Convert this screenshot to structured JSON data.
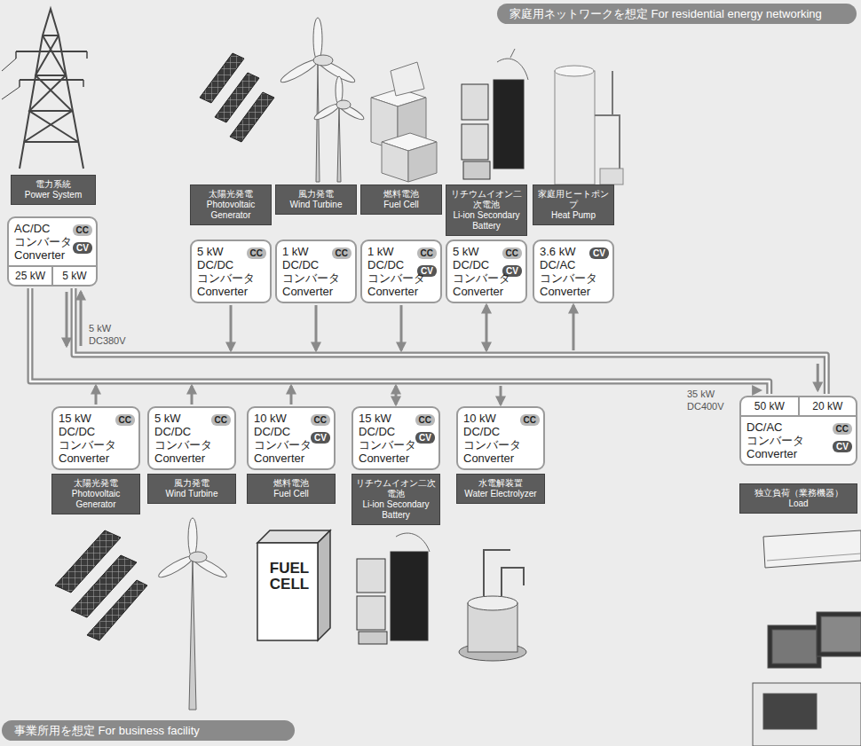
{
  "diagram": {
    "nodes": [
      {
        "text": [
          "家庭用ネットワークを想定 For residential energy networking"
        ]
      },
      {
        "text": [
          "電力系統",
          "Power System"
        ]
      },
      {
        "text": [
          "CC",
          "CV",
          "AC/DC",
          "コンバータ",
          "Converter",
          "25 kW",
          "5 kW"
        ]
      },
      {
        "text": [
          "太陽光発電",
          "Photovoltaic Generator"
        ]
      },
      {
        "text": [
          "風力発電",
          "Wind Turbine"
        ]
      },
      {
        "text": [
          "燃料電池",
          "Fuel Cell"
        ]
      },
      {
        "text": [
          "リチウムイオン二次電池",
          "Li-ion Secondary Battery"
        ]
      },
      {
        "text": [
          "家庭用ヒートポンプ",
          "Heat Pump"
        ]
      },
      {
        "text": [
          "5 kW",
          "CC",
          "DC/DC",
          "コンバータ",
          "Converter"
        ]
      },
      {
        "text": [
          "1 kW",
          "CC",
          "DC/DC",
          "コンバータ",
          "Converter"
        ]
      },
      {
        "text": [
          "1 kW",
          "CC",
          "CV",
          "DC/DC",
          "コンバータ",
          "Converter"
        ]
      },
      {
        "text": [
          "5 kW",
          "CC",
          "CV",
          "DC/DC",
          "コンバータ",
          "Converter"
        ]
      },
      {
        "text": [
          "3.6 kW",
          "CV",
          "DC/AC",
          "コンバータ",
          "Converter"
        ]
      },
      {
        "text": [
          "15 kW",
          "CC",
          "DC/DC",
          "コンバータ",
          "Converter"
        ]
      },
      {
        "text": [
          "5 kW",
          "CC",
          "DC/DC",
          "コンバータ",
          "Converter"
        ]
      },
      {
        "text": [
          "10 kW",
          "CC",
          "CV",
          "DC/DC",
          "コンバータ",
          "Converter"
        ]
      },
      {
        "text": [
          "15 kW",
          "CC",
          "CV",
          "DC/DC",
          "コンバータ",
          "Converter"
        ]
      },
      {
        "text": [
          "10 kW",
          "CC",
          "DC/DC",
          "コンバータ",
          "Converter"
        ]
      },
      {
        "text": [
          "太陽光発電",
          "Photovoltaic Generator"
        ]
      },
      {
        "text": [
          "風力発電",
          "Wind Turbine"
        ]
      },
      {
        "text": [
          "燃料電池",
          "Fuel Cell"
        ]
      },
      {
        "text": [
          "リチウムイオン二次電池",
          "Li-ion Secondary Battery"
        ]
      },
      {
        "text": [
          "水電解装置",
          "Water Electrolyzer"
        ]
      },
      {
        "text": [
          "50 kW",
          "20 kW",
          "CC",
          "CV",
          "DC/AC",
          "コンバータ",
          "Converter"
        ]
      },
      {
        "text": [
          "独立負荷（業務機器）",
          "Load"
        ]
      },
      {
        "text": [
          "事業所用を想定 For business facility"
        ]
      }
    ],
    "labels": [
      "5 kW",
      "DC380V",
      "35 kW",
      "DC400V",
      "FUEL CELL"
    ]
  }
}
